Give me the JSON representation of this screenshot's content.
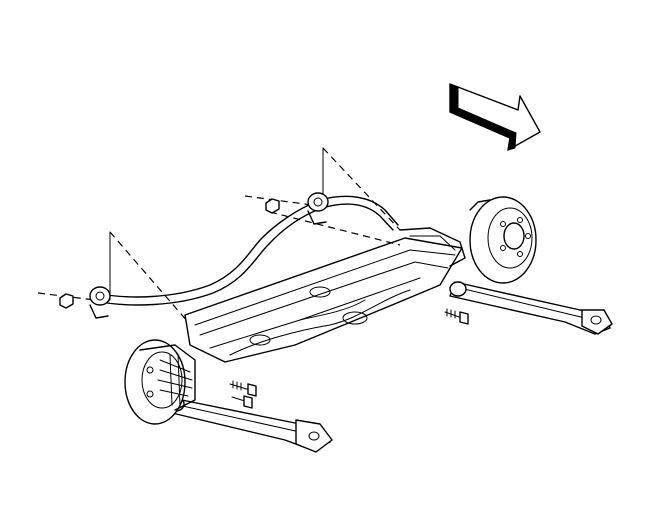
{
  "diagram": {
    "subject": "rear-suspension-assembly",
    "parts": [
      "stabilizer-bar",
      "stabilizer-bushing-left",
      "stabilizer-bushing-right",
      "crossmember",
      "trailing-arm-left",
      "trailing-arm-right",
      "brake-rotor-left",
      "brake-rotor-right",
      "mounting-bolt-upper",
      "mounting-bolt-center",
      "mounting-bolt-lower",
      "mounting-nut-left",
      "mounting-nut-right"
    ],
    "icons": {
      "direction": "front-direction-arrow-icon"
    },
    "colors": {
      "ink": "#000000",
      "paper": "#ffffff"
    }
  }
}
